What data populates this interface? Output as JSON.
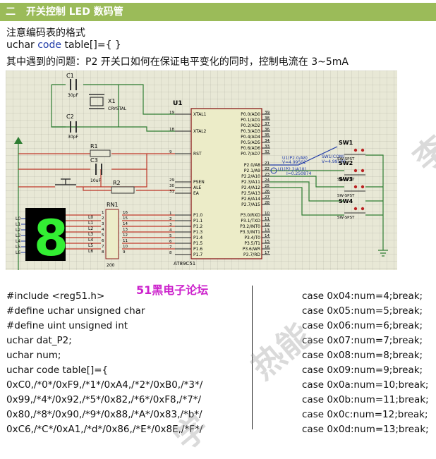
{
  "section": {
    "number": "二",
    "title": "开关控制 LED 数码管"
  },
  "lines": {
    "note": "注意编码表的格式",
    "code_decl_prefix": "uchar ",
    "code_decl_keyword": "code",
    "code_decl_rest": " table[]={    }",
    "problem": "其中遇到的问题：P2 开关口如何在保证电平变化的同时，控制电流在 3~5mA"
  },
  "circuit": {
    "chip_ref": "U1",
    "chip_name": "AT89C51",
    "crystal": "X1",
    "crystal_label": "CRYSTAL",
    "c1": "C1",
    "c1_val": "30pF",
    "c2": "C2",
    "c2_val": "30pF",
    "c3": "C3",
    "c3_val": "10uF",
    "r1": "R1",
    "r2": "R2",
    "rn1": "RN1",
    "rn1_val": "200",
    "left_pins": [
      {
        "num": "19",
        "name": "XTAL1"
      },
      {
        "num": "18",
        "name": "XTAL2"
      },
      {
        "num": "9",
        "name": "RST"
      },
      {
        "num": "29",
        "name": "PSEN"
      },
      {
        "num": "30",
        "name": "ALE"
      },
      {
        "num": "31",
        "name": "EA"
      },
      {
        "num": "1",
        "name": "P1.0"
      },
      {
        "num": "2",
        "name": "P1.1"
      },
      {
        "num": "3",
        "name": "P1.2"
      },
      {
        "num": "4",
        "name": "P1.3"
      },
      {
        "num": "5",
        "name": "P1.4"
      },
      {
        "num": "6",
        "name": "P1.5"
      },
      {
        "num": "7",
        "name": "P1.6"
      },
      {
        "num": "8",
        "name": "P1.7"
      }
    ],
    "right_pins": [
      {
        "num": "39",
        "name": "P0.0/AD0"
      },
      {
        "num": "38",
        "name": "P0.1/AD1"
      },
      {
        "num": "37",
        "name": "P0.2/AD2"
      },
      {
        "num": "36",
        "name": "P0.3/AD3"
      },
      {
        "num": "35",
        "name": "P0.4/AD4"
      },
      {
        "num": "34",
        "name": "P0.5/AD5"
      },
      {
        "num": "33",
        "name": "P0.6/AD6"
      },
      {
        "num": "32",
        "name": "P0.7/AD7"
      },
      {
        "num": "21",
        "name": "P2.0/A8"
      },
      {
        "num": "22",
        "name": "P2.1/A9"
      },
      {
        "num": "23",
        "name": "P2.2/A10"
      },
      {
        "num": "24",
        "name": "P2.3/A11"
      },
      {
        "num": "25",
        "name": "P2.4/A12"
      },
      {
        "num": "26",
        "name": "P2.5/A13"
      },
      {
        "num": "27",
        "name": "P2.6/A14"
      },
      {
        "num": "28",
        "name": "P2.7/A15"
      },
      {
        "num": "10",
        "name": "P3.0/RXD"
      },
      {
        "num": "11",
        "name": "P3.1/TXD"
      },
      {
        "num": "12",
        "name": "P3.2/INT0"
      },
      {
        "num": "13",
        "name": "P3.3/INT1"
      },
      {
        "num": "14",
        "name": "P3.4/T0"
      },
      {
        "num": "15",
        "name": "P3.5/T1"
      },
      {
        "num": "16",
        "name": "P3.6/WR"
      },
      {
        "num": "17",
        "name": "P3.7/RD"
      }
    ],
    "rn_pins_left": [
      "1",
      "2",
      "3",
      "4",
      "5",
      "6",
      "7",
      "8"
    ],
    "rn_pins_right": [
      "16",
      "15",
      "14",
      "13",
      "12",
      "11",
      "10",
      "9"
    ],
    "seg_labels": [
      "L0",
      "L1",
      "L2",
      "L3",
      "L4",
      "L5",
      "L6"
    ],
    "rn_line_labels": [
      "L0",
      "L1",
      "L2",
      "L3",
      "L4",
      "L5",
      "L6"
    ],
    "display_digit": "8",
    "probe1": "U1(P2.0/A8)",
    "probe1_val": "V=4.99502",
    "probe2": "U1(P2.2/A10)",
    "probe2_val": "I=0.250874",
    "probe3": "SW1(COM)",
    "probe3_val": "V=4.99502",
    "switches": [
      {
        "name": "SW1",
        "type": "SW-SPST"
      },
      {
        "name": "SW2",
        "type": "SW-SPST"
      },
      {
        "name": "SW3",
        "type": "SW-SPST"
      },
      {
        "name": "SW4",
        "type": "SW-SPST"
      }
    ]
  },
  "brand": "51黑电子论坛",
  "code_left": [
    "#include <reg51.h>",
    "#define uchar unsigned char",
    "#define uint unsigned int",
    "uchar dat_P2;",
    "uchar num;",
    "uchar code table[]={",
    "0xC0,/*0*/0xF9,/*1*/0xA4,/*2*/0xB0,/*3*/",
    "0x99,/*4*/0x92,/*5*/0x82,/*6*/0xF8,/*7*/",
    "0x80,/*8*/0x90,/*9*/0x88,/*A*/0x83,/*b*/",
    "0xC6,/*C*/0xA1,/*d*/0x86,/*E*/0x8E,/*F*/"
  ],
  "code_right": [
    "case 0x04:num=4;break;",
    "case 0x05:num=5;break;",
    "case 0x06:num=6;break;",
    "case 0x07:num=7;break;",
    "case 0x08:num=8;break;",
    "case 0x09:num=9;break;",
    "case 0x0a:num=10;break;",
    "case 0x0b:num=11;break;",
    "case 0x0c:num=12;break;",
    "case 0x0d:num=13;break;"
  ],
  "watermarks": [
    "李",
    "热能",
    "学"
  ],
  "colors": {
    "header": "#9bbb59",
    "keyword": "#1f3aa8",
    "brand": "#cc22cc",
    "chip": "#ececc8",
    "wire_red": "#c0392b",
    "wire_green": "#2e7d32",
    "wire_blue": "#1f3aa8",
    "segment": "#33ee33"
  }
}
